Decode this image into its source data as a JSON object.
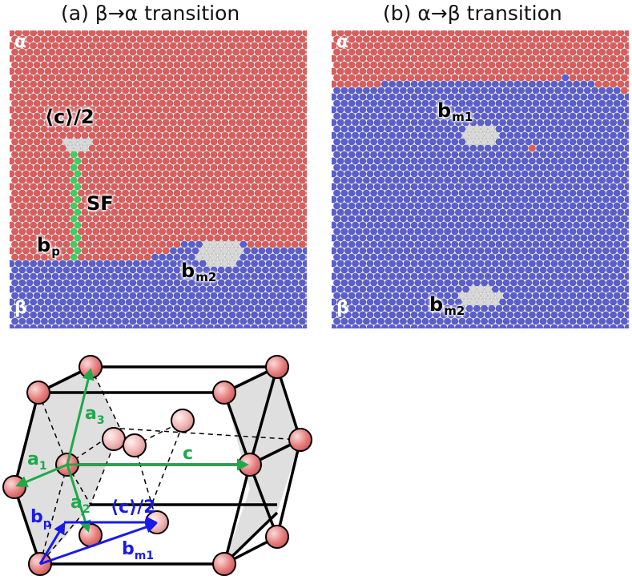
{
  "panel_a": {
    "title": "(a) β→α transition",
    "phase_top": "α",
    "phase_bottom": "β",
    "label_c": "⟨c⟩/2",
    "label_sf": "SF",
    "label_bp_main": "b",
    "label_bp_sub": "p",
    "label_bm2_main": "b",
    "label_bm2_sub": "m2"
  },
  "panel_b": {
    "title": "(b) α→β transition",
    "phase_top": "α",
    "phase_bottom": "β",
    "label_bm1_main": "b",
    "label_bm1_sub": "m1",
    "label_bm2_main": "b",
    "label_bm2_sub": "m2"
  },
  "diagram": {
    "a1_main": "a",
    "a1_sub": "1",
    "a2_main": "a",
    "a2_sub": "2",
    "a3_main": "a",
    "a3_sub": "3",
    "c_label": "c",
    "bp_main": "b",
    "bp_sub": "p",
    "c2_label": "⟨c⟩/2",
    "bm1_main": "b",
    "bm1_sub": "m1"
  },
  "colors": {
    "alpha_atom": "#dd5c5c",
    "beta_atom": "#5a5ecf",
    "defect_atom": "#d8d8d8",
    "stacking_fault_atom": "#3fcf5a",
    "vector_green": "#1fa84a",
    "vector_blue": "#1a1ae6",
    "face_fill": "#d9d9d9",
    "node_atom": "#e88080"
  }
}
